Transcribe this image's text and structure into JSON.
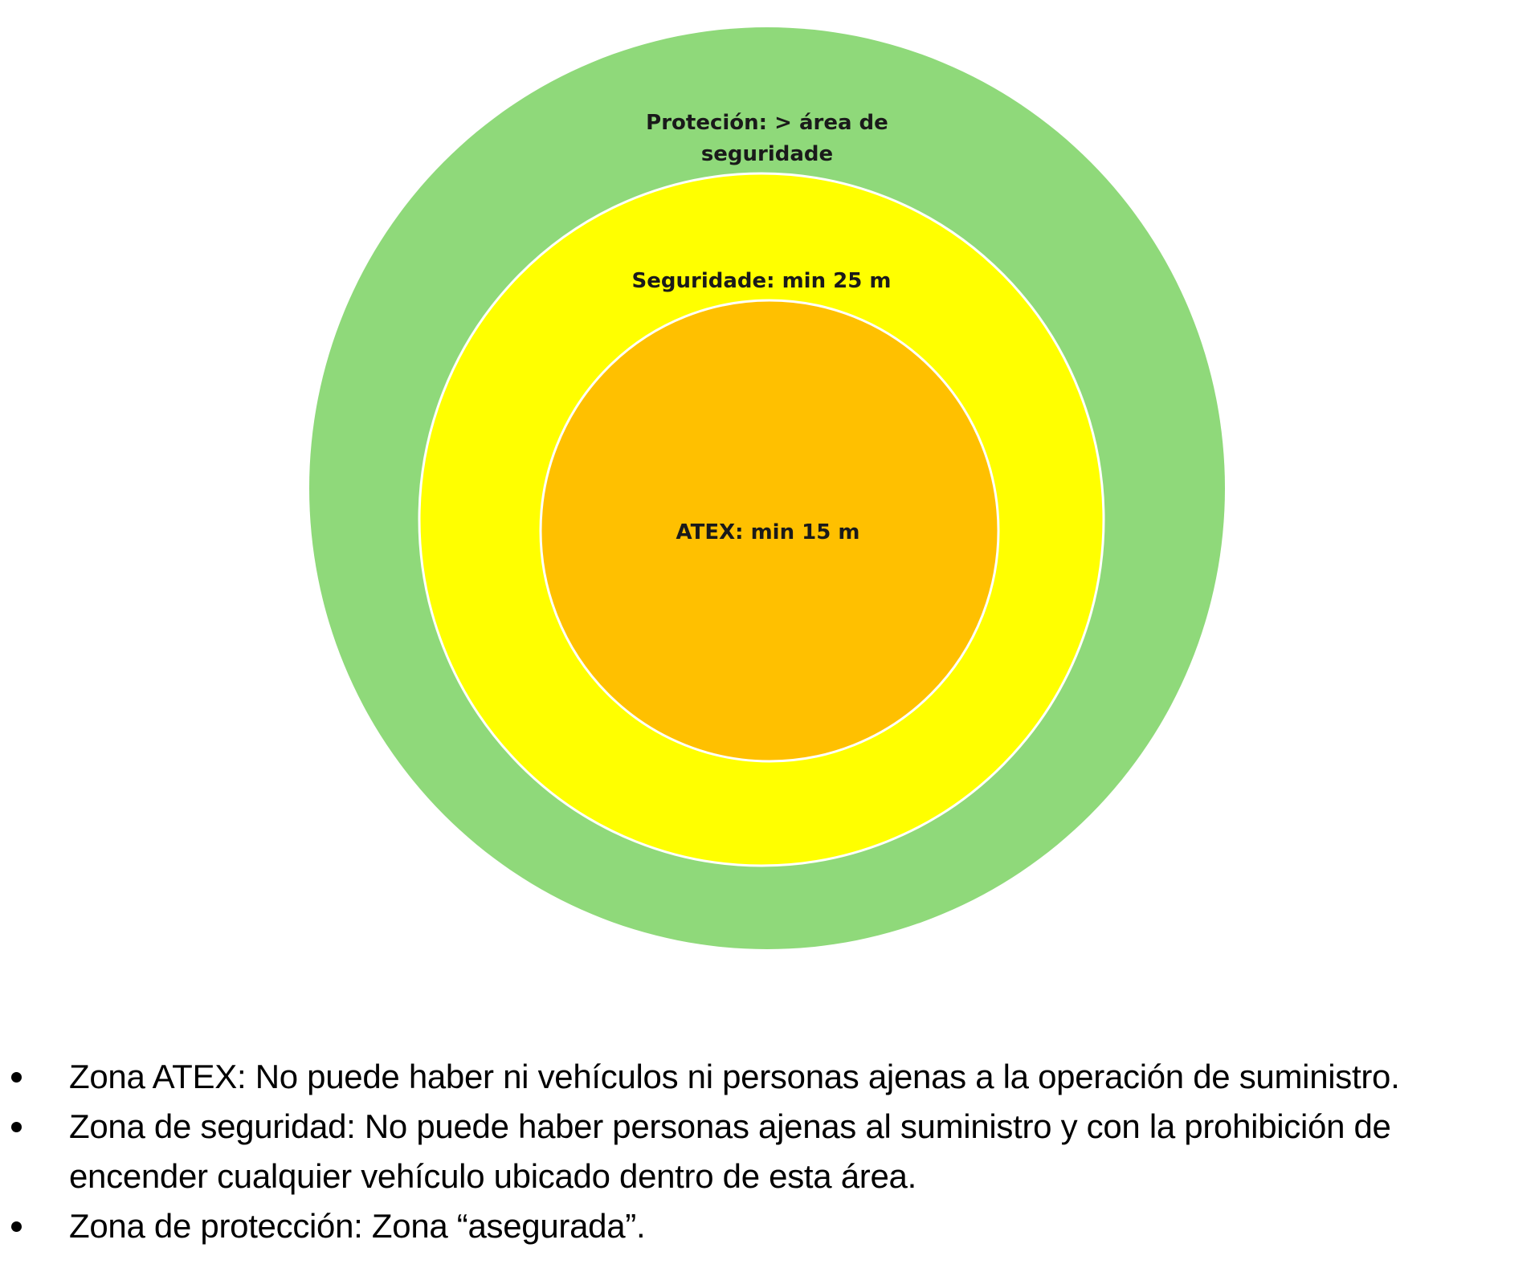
{
  "diagram": {
    "zones": [
      {
        "id": "proteccion",
        "label_lines": [
          "Proteción: > área de",
          "seguridade"
        ],
        "color": "#8fd97a"
      },
      {
        "id": "seguridad",
        "label_lines": [
          "Seguridade: min 25 m"
        ],
        "color": "#ffff00"
      },
      {
        "id": "atex",
        "label_lines": [
          "ATEX: min 15 m"
        ],
        "color": "#ffc000"
      }
    ]
  },
  "bullets": [
    {
      "lines": [
        "Zona ATEX:  No puede haber ni vehículos ni personas ajenas a la operación de suministro."
      ]
    },
    {
      "lines": [
        "Zona de seguridad: No puede haber personas ajenas al suministro y con la prohibición de",
        "encender cualquier vehículo ubicado dentro de esta área."
      ]
    },
    {
      "lines": [
        "Zona de protección: Zona “asegurada”."
      ]
    }
  ]
}
